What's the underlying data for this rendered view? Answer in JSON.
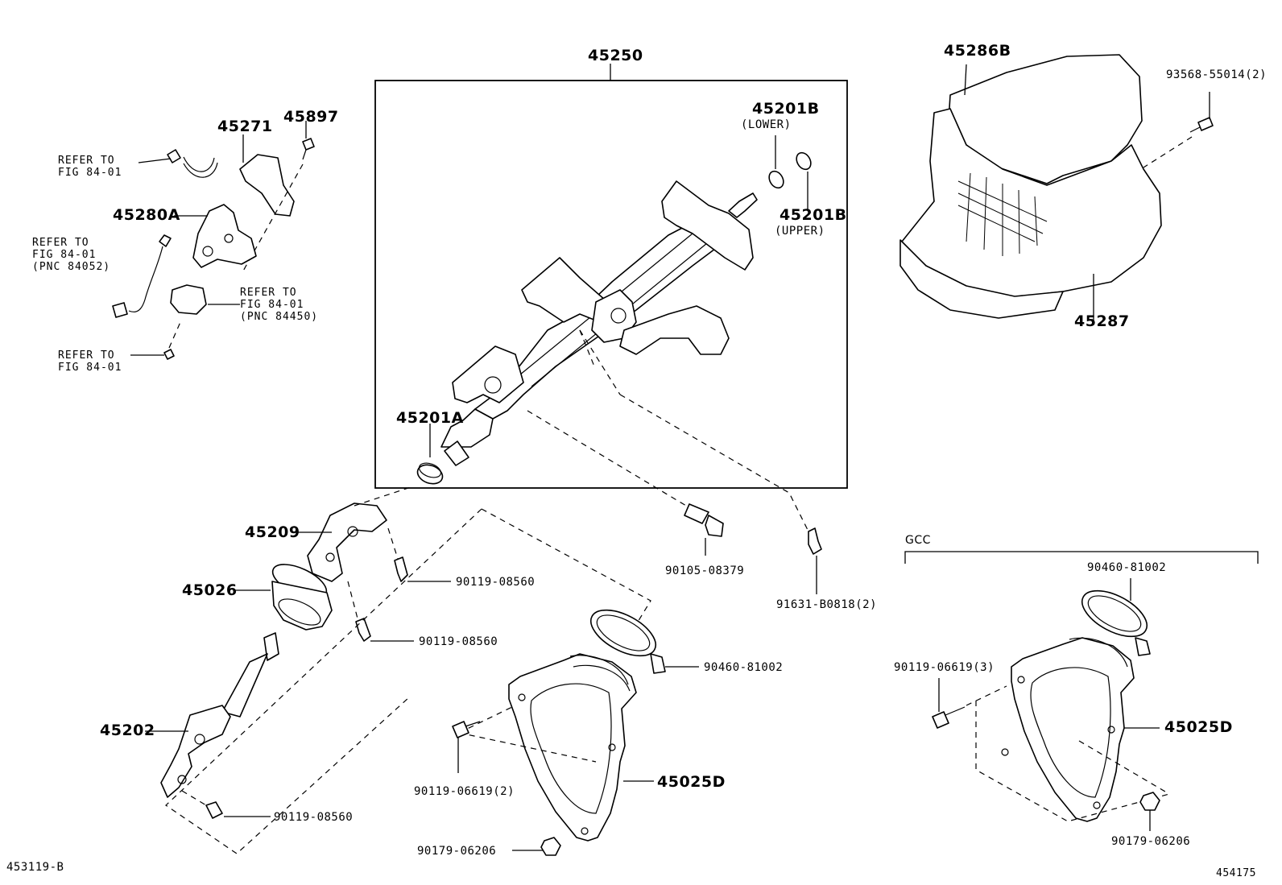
{
  "labels": {
    "assy_45250": "45250",
    "bearing_lower": "45201B",
    "lower_text": "(LOWER)",
    "bearing_upper": "45201B",
    "upper_text": "(UPPER)",
    "bearing_a": "45201A",
    "cover_upper": "45286B",
    "cover_lower": "45287",
    "screw_cover": "93568-55014(2)",
    "part_45271": "45271",
    "part_45897": "45897",
    "part_45280a": "45280A",
    "refer1": "REFER TO\nFIG 84-01",
    "refer2": "REFER TO\nFIG 84-01\n(PNC 84052)",
    "refer3": "REFER TO\nFIG 84-01\n(PNC 84450)",
    "refer4": "REFER TO\nFIG 84-01",
    "ujoint": "45209",
    "boot_45026": "45026",
    "shaft_45202": "45202",
    "bolt_a": "90119-08560",
    "bolt_b": "90119-08560",
    "bolt_c": "90119-08560",
    "bolt_90105": "90105-08379",
    "bolt_91631": "91631-B0818(2)",
    "gcc": "GCC",
    "clamp_left": "90460-81002",
    "clamp_right": "90460-81002",
    "boot_left": "45025D",
    "boot_right": "45025D",
    "bolt_06619_left": "90119-06619(2)",
    "bolt_06619_right": "90119-06619(3)",
    "nut_left": "90179-06206",
    "nut_right": "90179-06206",
    "figure_id": "453119-B",
    "page_id": "454175"
  }
}
